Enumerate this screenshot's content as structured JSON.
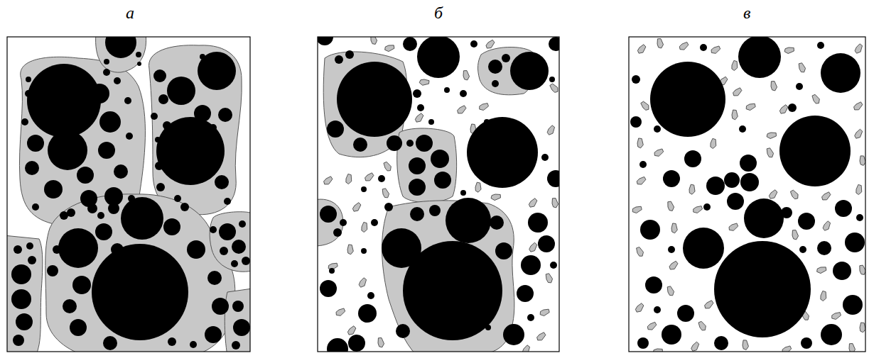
{
  "diagram": {
    "labels": [
      "а",
      "б",
      "в"
    ]
  }
}
